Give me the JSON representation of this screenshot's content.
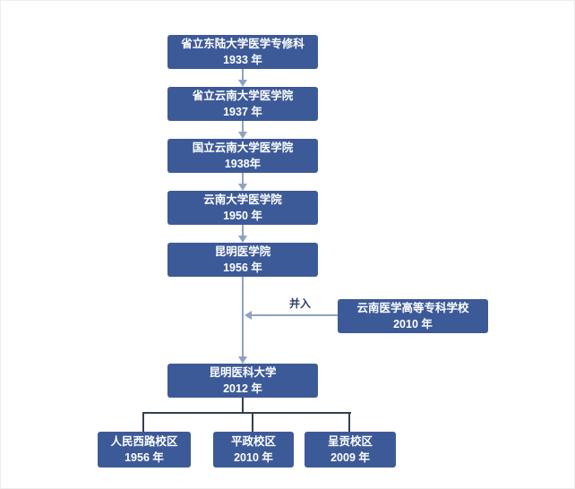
{
  "colors": {
    "box": "#3d5a98",
    "arrow": "#8fa2c4",
    "bracket": "#333f50",
    "merge-label": "#2c3e66",
    "text": "#ffffff"
  },
  "nodes": {
    "n1": {
      "name": "省立东陆大学医学专修科",
      "year": "1933 年"
    },
    "n2": {
      "name": "省立云南大学医学院",
      "year": "1937 年"
    },
    "n3": {
      "name": "国立云南大学医学院",
      "year": "1938年"
    },
    "n4": {
      "name": "云南大学医学院",
      "year": "1950 年"
    },
    "n5": {
      "name": "昆明医学院",
      "year": "1956 年"
    },
    "merge": {
      "name": "云南医学高等专科学校",
      "year": "2010 年"
    },
    "n6": {
      "name": "昆明医科大学",
      "year": "2012 年"
    },
    "c1": {
      "name": "人民西路校区",
      "year": "1956 年"
    },
    "c2": {
      "name": "平政校区",
      "year": "2010 年"
    },
    "c3": {
      "name": "呈贡校区",
      "year": "2009 年"
    }
  },
  "labels": {
    "merge": "并入"
  }
}
